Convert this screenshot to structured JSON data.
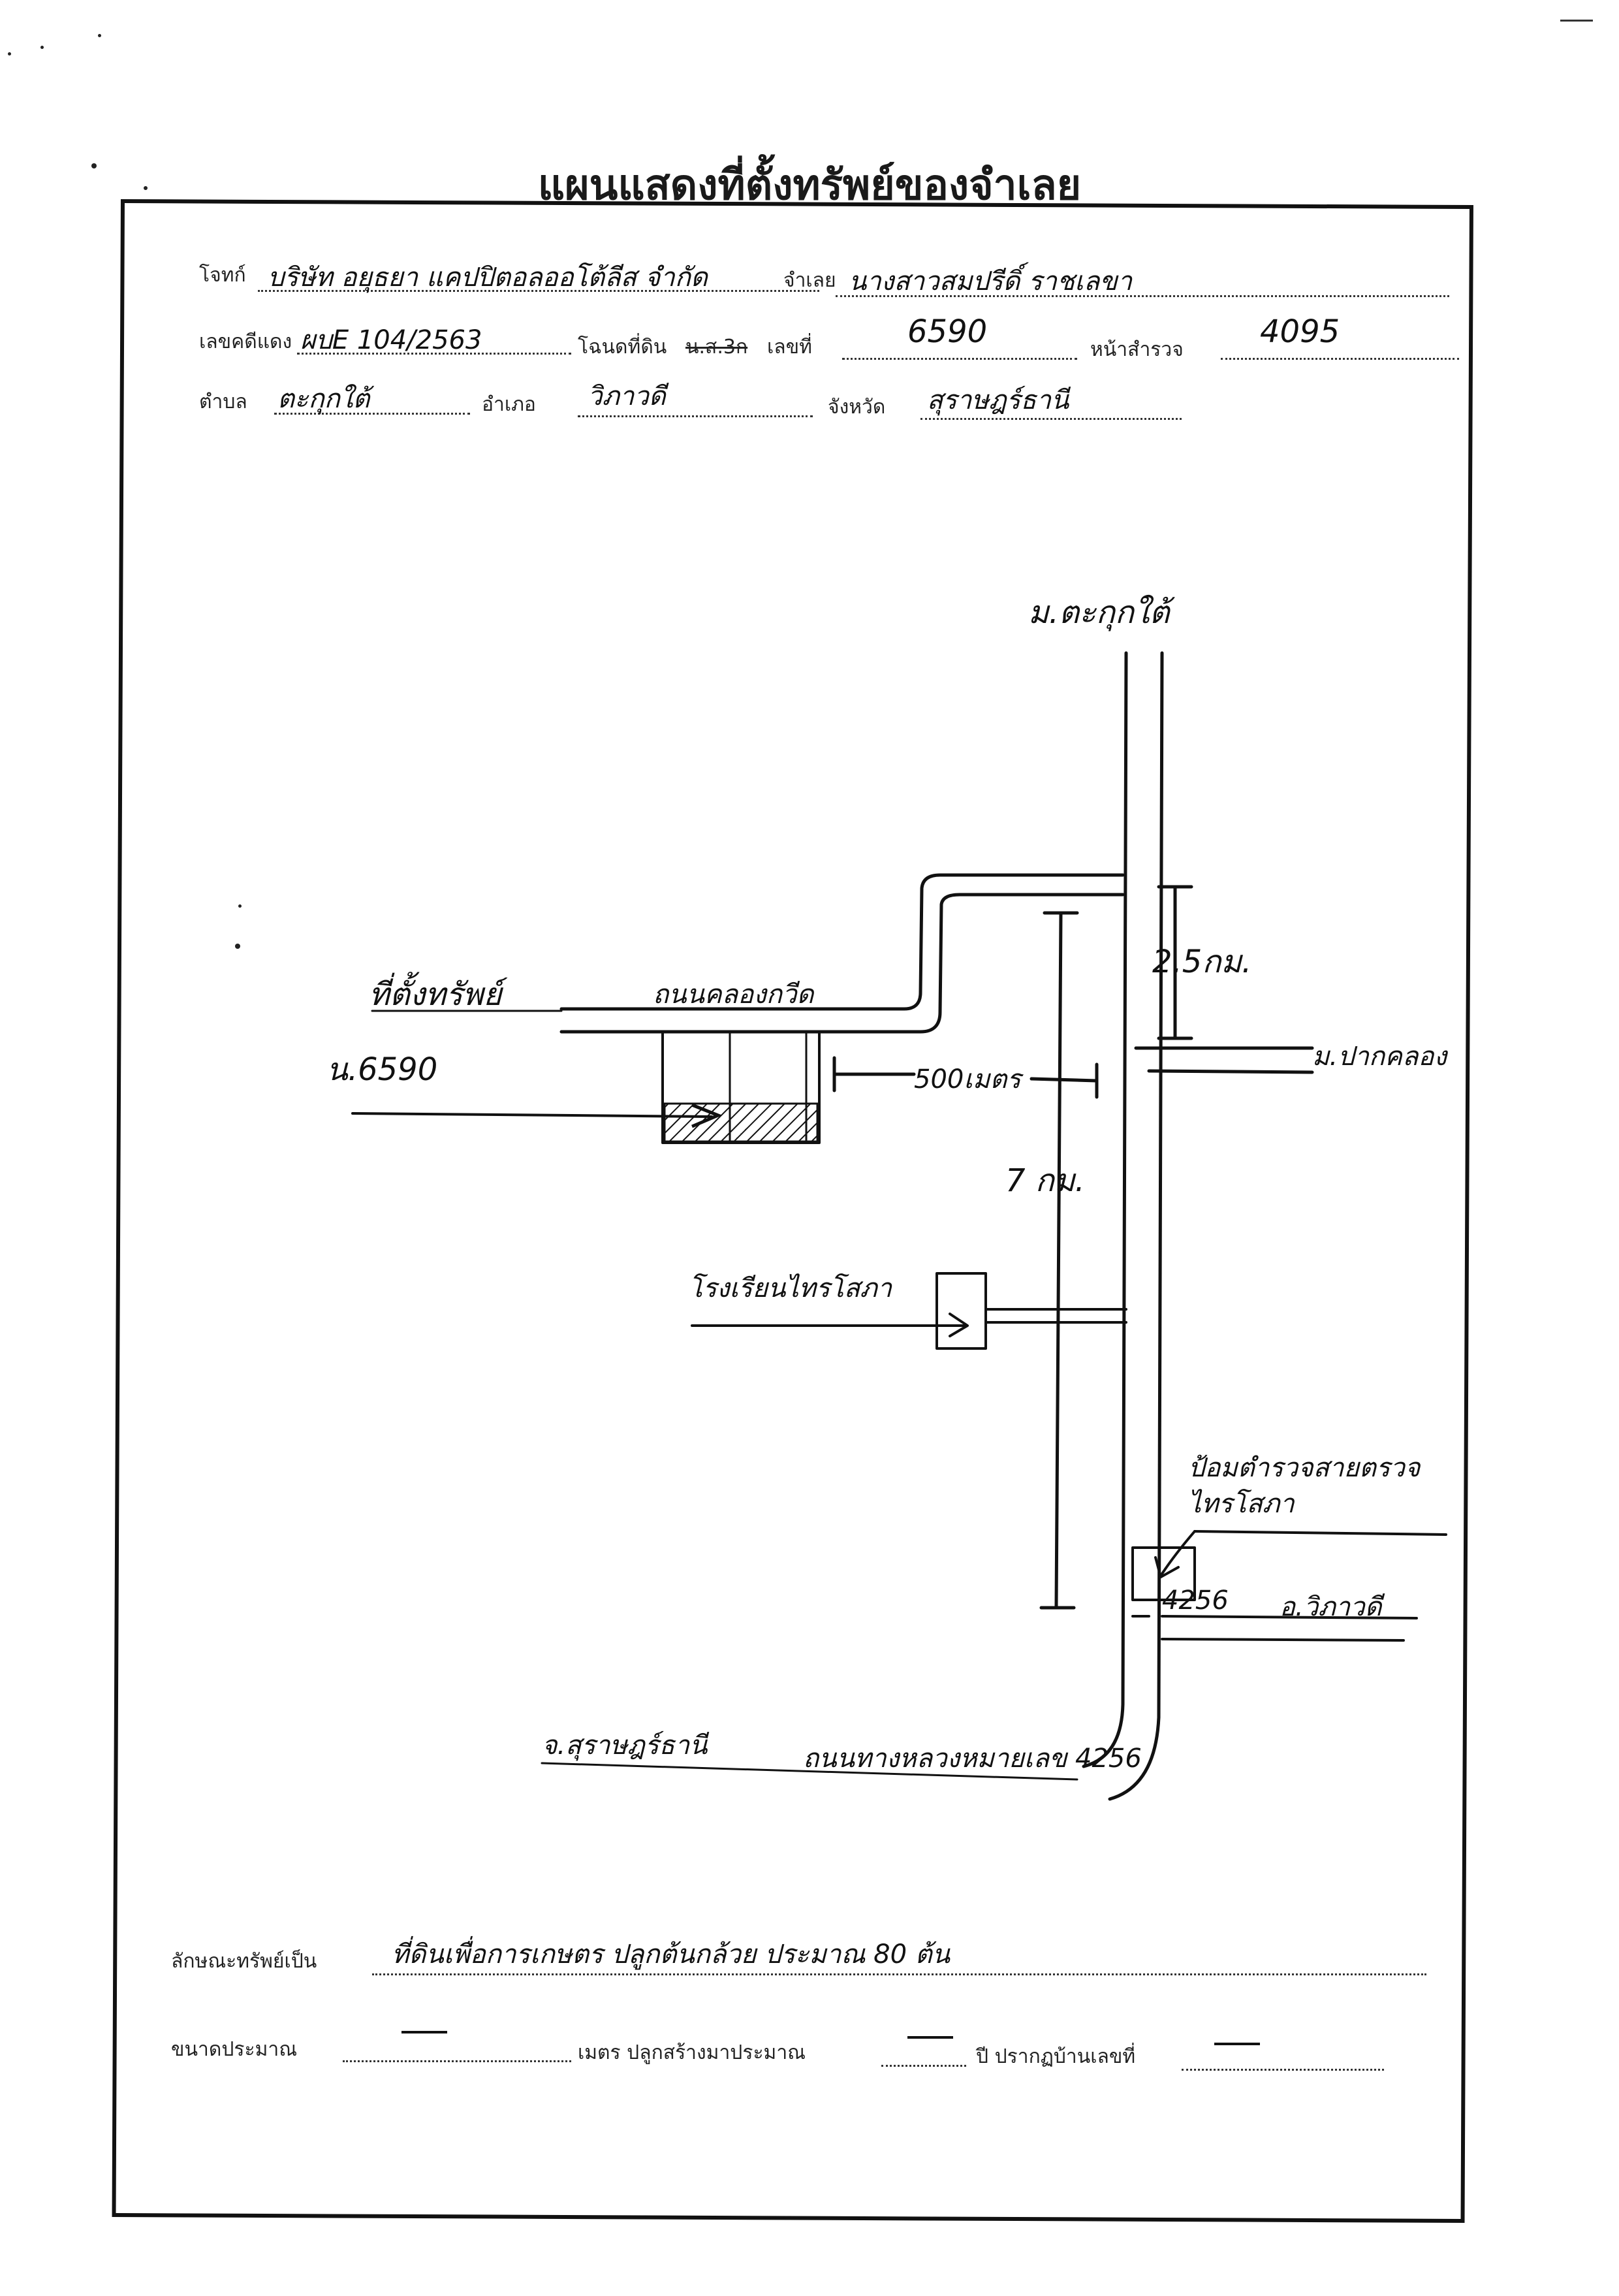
{
  "title": "แผนแสดงที่ตั้งทรัพย์ของจำเลย",
  "header": {
    "plaintiff_label": "โจทก์",
    "plaintiff_value": "บริษัท อยุธยา แคปปิตอลออโต้ลีส จำกัด",
    "defendant_label": "จำเลย",
    "defendant_value": "นางสาวสมปรีดิ์ ราชเลขา",
    "case_label": "เลขคดีแดง",
    "case_value": "ผบE 104/2563",
    "deed_label": "โฉนดที่ดิน",
    "deed_strike": "น.ส.3ก",
    "number_label": "เลขที่",
    "number_value": "6590",
    "survey_label": "หน้าสำรวจ",
    "survey_value": "4095",
    "subdistrict_label": "ตำบล",
    "subdistrict_value": "ตะกุกใต้",
    "district_label": "อำเภอ",
    "district_value": "วิภาวดี",
    "province_label": "จังหวัด",
    "province_value": "สุราษฎร์ธานี"
  },
  "map": {
    "village_north": "ม.ตะกุกใต้",
    "distance_2_5km": "2.5กม.",
    "village_pakklong": "ม.ปากคลอง",
    "property_label": "ที่ตั้งทรัพย์",
    "canal_road": "ถนนคลองกวีด",
    "deed_no": "น.6590",
    "distance_500m": "500เมตร",
    "distance_7km": "7 กม.",
    "school": "โรงเรียนไทรโสภา",
    "police_box": "ป้อมตำรวจสายตรวจ",
    "police_box_sub": "ไทรโสภา",
    "road_no": "4256",
    "to_vibhavadi": "อ.วิภาวดี",
    "to_surat": "จ.สุราษฎร์ธานี",
    "highway_label": "ถนนทางหลวงหมายเลข 4256"
  },
  "footer": {
    "nature_label": "ลักษณะทรัพย์เป็น",
    "nature_value": "ที่ดินเพื่อการเกษตร ปลูกต้นกล้วย ประมาณ 80 ต้น",
    "size_label": "ขนาดประมาณ",
    "size_unit": "เมตร ปลูกสร้างมาประมาณ",
    "year_label": "ปี ปรากฏบ้านเลขที่"
  }
}
